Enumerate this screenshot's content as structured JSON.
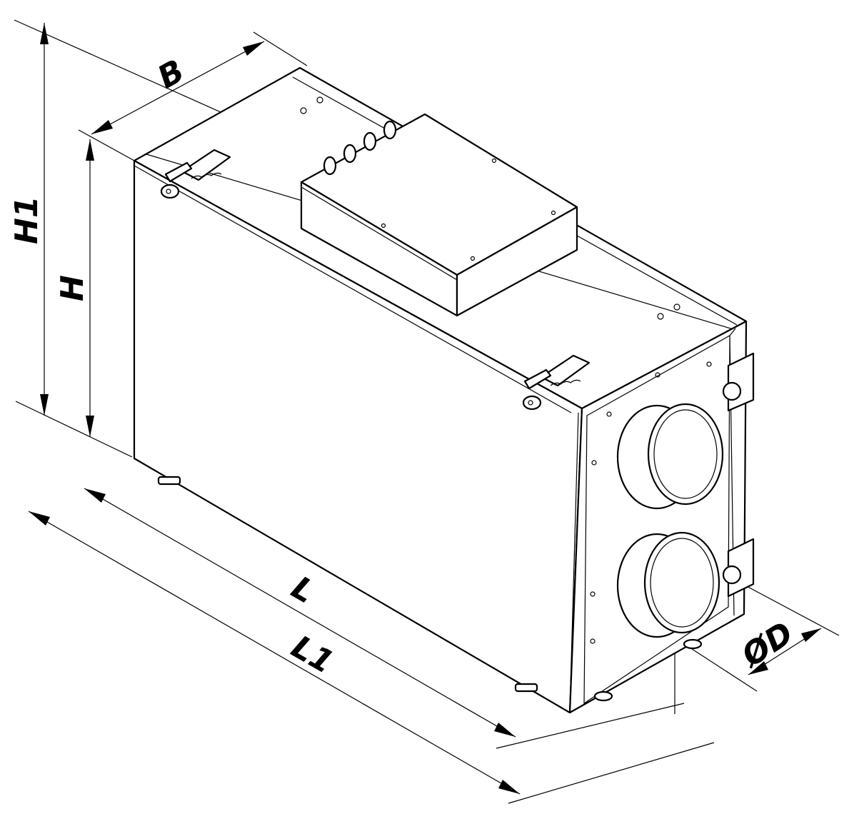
{
  "dimensions": {
    "B": "B",
    "H": "H",
    "H1": "H1",
    "L": "L",
    "L1": "L1",
    "D": "ØD"
  },
  "colors": {
    "line": "#000000",
    "background": "#ffffff"
  }
}
